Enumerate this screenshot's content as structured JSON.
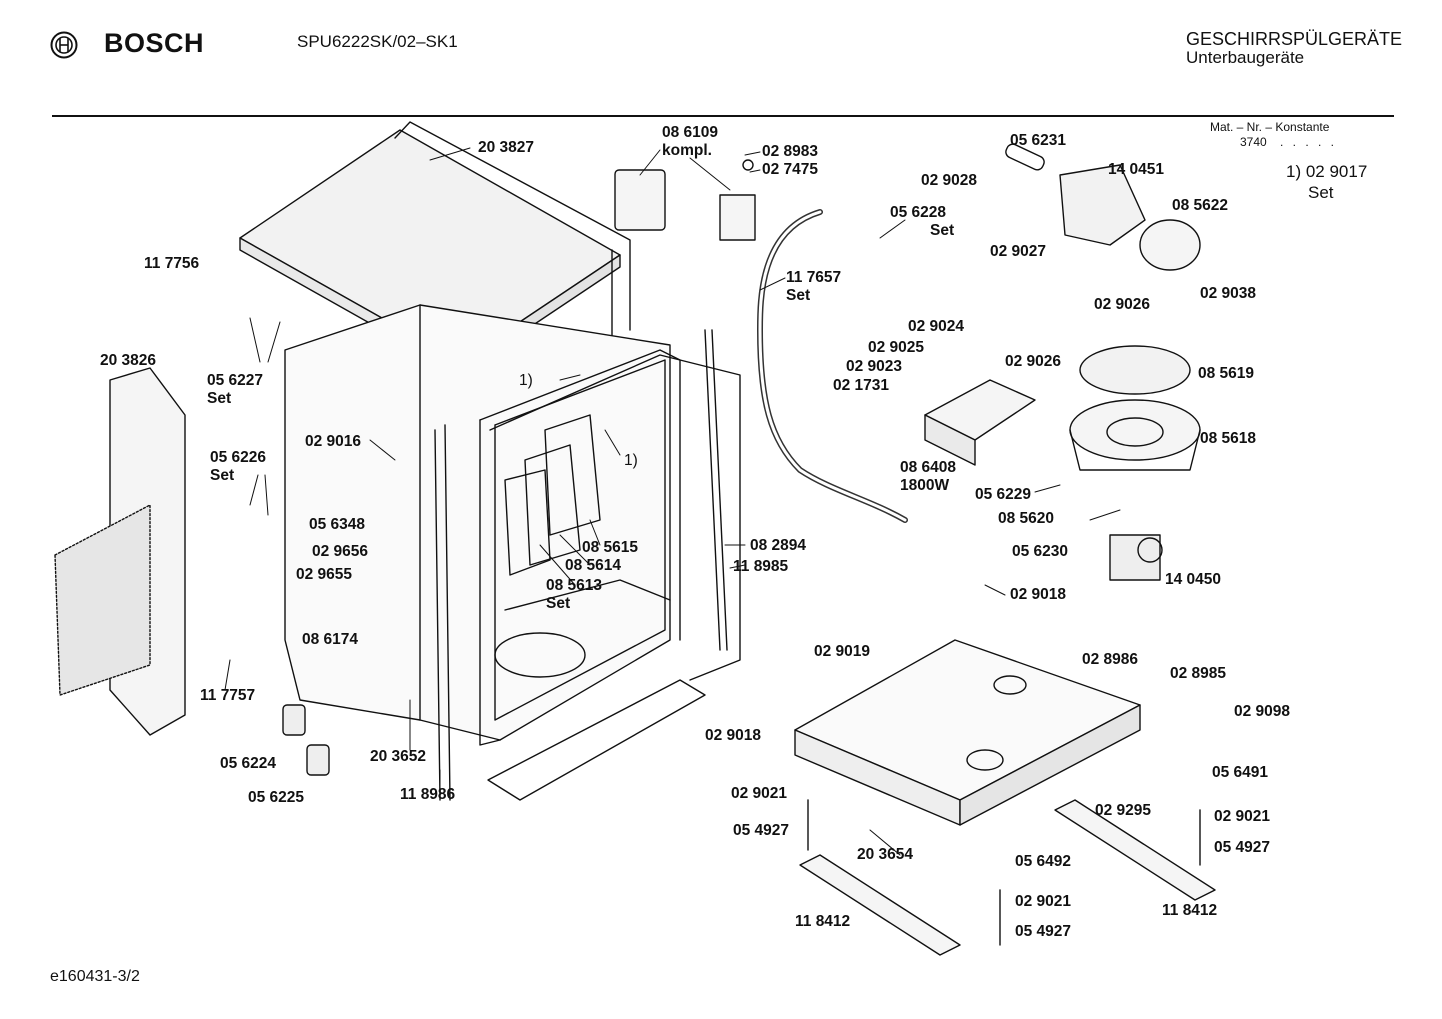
{
  "header": {
    "brand": "BOSCH",
    "model": "SPU6222SK/02–SK1",
    "category_title": "GESCHIRRSPÜLGERÄTE",
    "category_subtitle": "Unterbaugeräte"
  },
  "constants": {
    "label": "Mat. – Nr. – Konstante",
    "value": "3740",
    "dots": ". . . . ."
  },
  "footnote": {
    "marker_text": "1) 02 9017",
    "set": "Set"
  },
  "document_id": "e160431-3/2",
  "parts": {
    "p203827": "20 3827",
    "p086109": "08 6109",
    "p086109_note": "kompl.",
    "p028983": "02 8983",
    "p027475": "02 7475",
    "p056231": "05 6231",
    "p140451": "14 0451",
    "p029028": "02 9028",
    "p056228": "05 6228",
    "p056228_set": "Set",
    "p085622": "08 5622",
    "p029027": "02 9027",
    "p029026a": "02 9026",
    "p029038": "02 9038",
    "p117756": "11 7756",
    "p117657": "11 7657",
    "p117657_set": "Set",
    "p203826": "20 3826",
    "p056227": "05 6227",
    "p056227_set": "Set",
    "p029024": "02 9024",
    "p029025": "02 9025",
    "p029023": "02 9023",
    "p021731": "02 1731",
    "p029026b": "02 9026",
    "p085619": "08 5619",
    "p085618": "08 5618",
    "marker1a": "1)",
    "marker1b": "1)",
    "p029016": "02 9016",
    "p056226": "05 6226",
    "p056226_set": "Set",
    "p086408": "08 6408",
    "p086408_note": "1800W",
    "p056229": "05 6229",
    "p085620": "08 5620",
    "p056348": "05 6348",
    "p085615": "08 5615",
    "p085614": "08 5614",
    "p085613": "08 5613",
    "p085613_set": "Set",
    "p082894": "08 2894",
    "p118985": "11 8985",
    "p056230": "05 6230",
    "p140450": "14 0450",
    "p029656": "02 9656",
    "p029655": "02 9655",
    "p029018a": "02 9018",
    "p086174": "08 6174",
    "p029019": "02 9019",
    "p028986": "02 8986",
    "p028985": "02 8985",
    "p117757": "11 7757",
    "p029098": "02 9098",
    "p029018b": "02 9018",
    "p056224": "05 6224",
    "p203652": "20 3652",
    "p056225": "05 6225",
    "p118986": "11 8986",
    "p056491": "05 6491",
    "p029021a": "02 9021",
    "p029295": "02 9295",
    "p029021b": "02 9021",
    "p054927a": "05 4927",
    "p054927b": "05 4927",
    "p203654": "20 3654",
    "p056492": "05 6492",
    "p029021c": "02 9021",
    "p118412a": "11 8412",
    "p118412b": "11 8412",
    "p054927c": "05 4927"
  }
}
